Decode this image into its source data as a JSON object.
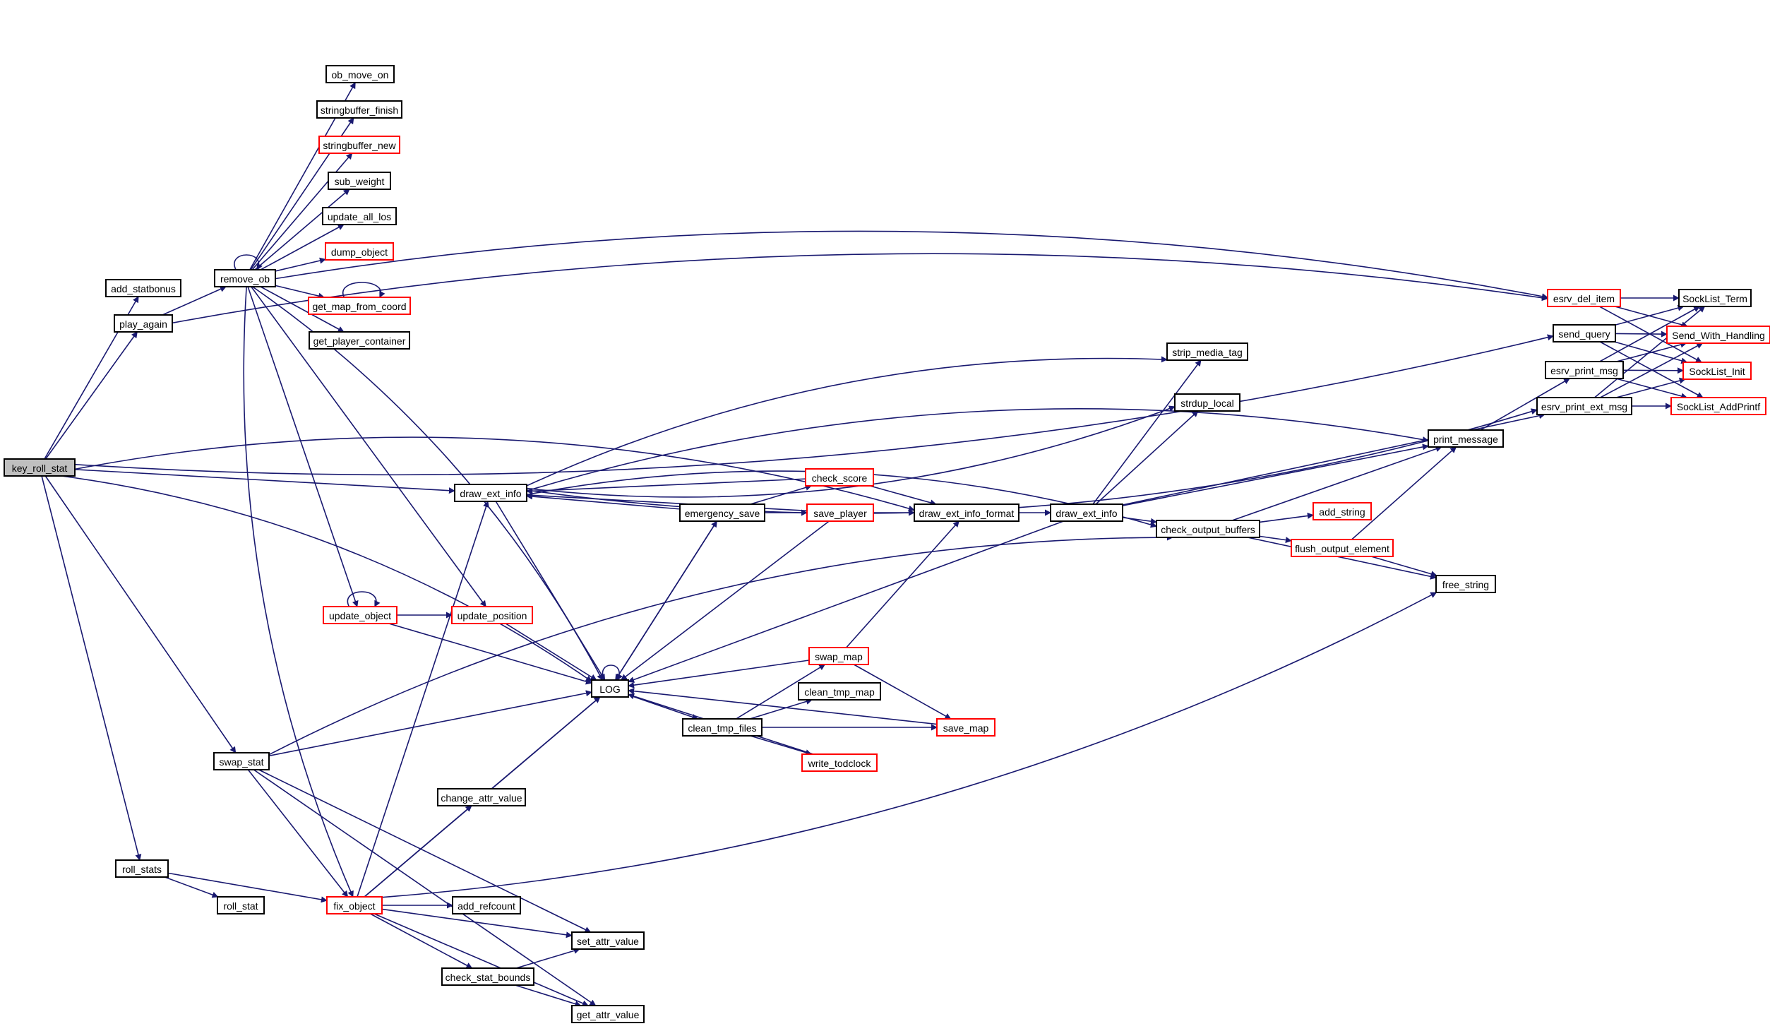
{
  "graph": {
    "title": "key_roll_stat call graph",
    "colors": {
      "edge": "#191970",
      "normal_border": "#000000",
      "truncated_border": "#ff0000",
      "root_fill": "#bfbfbf",
      "fill": "#ffffff"
    },
    "nodes": [
      {
        "id": "key_roll_stat",
        "label": "key_roll_stat",
        "root": true
      },
      {
        "id": "add_statbonus",
        "label": "add_statbonus"
      },
      {
        "id": "play_again",
        "label": "play_again"
      },
      {
        "id": "remove_ob",
        "label": "remove_ob"
      },
      {
        "id": "ob_move_on",
        "label": "ob_move_on"
      },
      {
        "id": "stringbuffer_finish",
        "label": "stringbuffer_finish"
      },
      {
        "id": "stringbuffer_new",
        "label": "stringbuffer_new",
        "truncated": true
      },
      {
        "id": "sub_weight",
        "label": "sub_weight"
      },
      {
        "id": "update_all_los",
        "label": "update_all_los"
      },
      {
        "id": "dump_object",
        "label": "dump_object",
        "truncated": true
      },
      {
        "id": "get_map_from_coord",
        "label": "get_map_from_coord",
        "truncated": true
      },
      {
        "id": "get_player_container",
        "label": "get_player_container"
      },
      {
        "id": "draw_ext_info",
        "label": "draw_ext_info"
      },
      {
        "id": "update_object",
        "label": "update_object",
        "truncated": true
      },
      {
        "id": "update_position",
        "label": "update_position",
        "truncated": true
      },
      {
        "id": "LOG",
        "label": "LOG"
      },
      {
        "id": "swap_stat",
        "label": "swap_stat"
      },
      {
        "id": "change_attr_value",
        "label": "change_attr_value"
      },
      {
        "id": "roll_stats",
        "label": "roll_stats"
      },
      {
        "id": "roll_stat",
        "label": "roll_stat"
      },
      {
        "id": "fix_object",
        "label": "fix_object",
        "truncated": true
      },
      {
        "id": "add_refcount",
        "label": "add_refcount"
      },
      {
        "id": "set_attr_value",
        "label": "set_attr_value"
      },
      {
        "id": "check_stat_bounds",
        "label": "check_stat_bounds"
      },
      {
        "id": "get_attr_value",
        "label": "get_attr_value"
      },
      {
        "id": "emergency_save",
        "label": "emergency_save"
      },
      {
        "id": "check_score",
        "label": "check_score",
        "truncated": true
      },
      {
        "id": "save_player",
        "label": "save_player",
        "truncated": true
      },
      {
        "id": "draw_ext_info_format",
        "label": "draw_ext_info_format"
      },
      {
        "id": "draw_ext_info2",
        "label": "draw_ext_info"
      },
      {
        "id": "swap_map",
        "label": "swap_map",
        "truncated": true
      },
      {
        "id": "clean_tmp_map",
        "label": "clean_tmp_map"
      },
      {
        "id": "clean_tmp_files",
        "label": "clean_tmp_files"
      },
      {
        "id": "save_map",
        "label": "save_map",
        "truncated": true
      },
      {
        "id": "write_todclock",
        "label": "write_todclock",
        "truncated": true
      },
      {
        "id": "strip_media_tag",
        "label": "strip_media_tag"
      },
      {
        "id": "strdup_local",
        "label": "strdup_local"
      },
      {
        "id": "check_output_buffers",
        "label": "check_output_buffers"
      },
      {
        "id": "add_string",
        "label": "add_string",
        "truncated": true
      },
      {
        "id": "flush_output_element",
        "label": "flush_output_element",
        "truncated": true
      },
      {
        "id": "free_string",
        "label": "free_string"
      },
      {
        "id": "print_message",
        "label": "print_message"
      },
      {
        "id": "esrv_del_item",
        "label": "esrv_del_item",
        "truncated": true
      },
      {
        "id": "send_query",
        "label": "send_query"
      },
      {
        "id": "esrv_print_msg",
        "label": "esrv_print_msg"
      },
      {
        "id": "esrv_print_ext_msg",
        "label": "esrv_print_ext_msg"
      },
      {
        "id": "SockList_Term",
        "label": "SockList_Term"
      },
      {
        "id": "Send_With_Handling",
        "label": "Send_With_Handling",
        "truncated": true
      },
      {
        "id": "SockList_Init",
        "label": "SockList_Init",
        "truncated": true
      },
      {
        "id": "SockList_AddPrintf",
        "label": "SockList_AddPrintf",
        "truncated": true
      }
    ],
    "edges": [
      [
        "key_roll_stat",
        "add_statbonus"
      ],
      [
        "key_roll_stat",
        "play_again"
      ],
      [
        "key_roll_stat",
        "send_query"
      ],
      [
        "key_roll_stat",
        "draw_ext_info_format"
      ],
      [
        "key_roll_stat",
        "draw_ext_info"
      ],
      [
        "key_roll_stat",
        "LOG"
      ],
      [
        "key_roll_stat",
        "swap_stat"
      ],
      [
        "key_roll_stat",
        "roll_stats"
      ],
      [
        "play_again",
        "remove_ob"
      ],
      [
        "play_again",
        "esrv_del_item"
      ],
      [
        "remove_ob",
        "remove_ob"
      ],
      [
        "remove_ob",
        "ob_move_on"
      ],
      [
        "remove_ob",
        "stringbuffer_finish"
      ],
      [
        "remove_ob",
        "stringbuffer_new"
      ],
      [
        "remove_ob",
        "sub_weight"
      ],
      [
        "remove_ob",
        "update_all_los"
      ],
      [
        "remove_ob",
        "dump_object"
      ],
      [
        "remove_ob",
        "get_map_from_coord"
      ],
      [
        "remove_ob",
        "get_player_container"
      ],
      [
        "remove_ob",
        "LOG"
      ],
      [
        "remove_ob",
        "update_object"
      ],
      [
        "remove_ob",
        "update_position"
      ],
      [
        "remove_ob",
        "fix_object"
      ],
      [
        "remove_ob",
        "esrv_del_item"
      ],
      [
        "get_map_from_coord",
        "get_map_from_coord"
      ],
      [
        "update_object",
        "update_object"
      ],
      [
        "update_object",
        "update_position"
      ],
      [
        "update_object",
        "LOG"
      ],
      [
        "update_position",
        "LOG"
      ],
      [
        "draw_ext_info",
        "strip_media_tag"
      ],
      [
        "draw_ext_info",
        "strdup_local"
      ],
      [
        "draw_ext_info",
        "print_message"
      ],
      [
        "draw_ext_info",
        "LOG"
      ],
      [
        "draw_ext_info",
        "check_output_buffers"
      ],
      [
        "draw_ext_info",
        "esrv_print_ext_msg"
      ],
      [
        "swap_stat",
        "LOG"
      ],
      [
        "swap_stat",
        "fix_object"
      ],
      [
        "swap_stat",
        "set_attr_value"
      ],
      [
        "swap_stat",
        "get_attr_value"
      ],
      [
        "swap_stat",
        "check_output_buffers"
      ],
      [
        "roll_stats",
        "fix_object"
      ],
      [
        "roll_stats",
        "roll_stat"
      ],
      [
        "fix_object",
        "LOG"
      ],
      [
        "fix_object",
        "change_attr_value"
      ],
      [
        "fix_object",
        "add_refcount"
      ],
      [
        "fix_object",
        "set_attr_value"
      ],
      [
        "fix_object",
        "check_stat_bounds"
      ],
      [
        "fix_object",
        "get_attr_value"
      ],
      [
        "fix_object",
        "free_string"
      ],
      [
        "fix_object",
        "draw_ext_info"
      ],
      [
        "change_attr_value",
        "LOG"
      ],
      [
        "check_stat_bounds",
        "set_attr_value"
      ],
      [
        "check_stat_bounds",
        "get_attr_value"
      ],
      [
        "LOG",
        "LOG"
      ],
      [
        "LOG",
        "emergency_save"
      ],
      [
        "LOG",
        "clean_tmp_files"
      ],
      [
        "emergency_save",
        "draw_ext_info"
      ],
      [
        "emergency_save",
        "check_score"
      ],
      [
        "emergency_save",
        "save_player"
      ],
      [
        "emergency_save",
        "LOG"
      ],
      [
        "check_score",
        "draw_ext_info"
      ],
      [
        "check_score",
        "draw_ext_info_format"
      ],
      [
        "save_player",
        "draw_ext_info"
      ],
      [
        "save_player",
        "draw_ext_info_format"
      ],
      [
        "save_player",
        "LOG"
      ],
      [
        "draw_ext_info_format",
        "draw_ext_info2"
      ],
      [
        "draw_ext_info2",
        "strip_media_tag"
      ],
      [
        "draw_ext_info2",
        "strdup_local"
      ],
      [
        "draw_ext_info2",
        "print_message"
      ],
      [
        "draw_ext_info2",
        "check_output_buffers"
      ],
      [
        "draw_ext_info2",
        "esrv_print_ext_msg"
      ],
      [
        "draw_ext_info2",
        "LOG"
      ],
      [
        "clean_tmp_files",
        "swap_map"
      ],
      [
        "clean_tmp_files",
        "clean_tmp_map"
      ],
      [
        "clean_tmp_files",
        "save_map"
      ],
      [
        "clean_tmp_files",
        "write_todclock"
      ],
      [
        "swap_map",
        "LOG"
      ],
      [
        "swap_map",
        "draw_ext_info_format"
      ],
      [
        "swap_map",
        "save_map"
      ],
      [
        "save_map",
        "LOG"
      ],
      [
        "write_todclock",
        "LOG"
      ],
      [
        "check_output_buffers",
        "print_message"
      ],
      [
        "check_output_buffers",
        "add_string"
      ],
      [
        "check_output_buffers",
        "flush_output_element"
      ],
      [
        "check_output_buffers",
        "free_string"
      ],
      [
        "flush_output_element",
        "print_message"
      ],
      [
        "flush_output_element",
        "free_string"
      ],
      [
        "print_message",
        "esrv_print_msg"
      ],
      [
        "esrv_del_item",
        "SockList_Term"
      ],
      [
        "esrv_del_item",
        "Send_With_Handling"
      ],
      [
        "esrv_del_item",
        "SockList_Init"
      ],
      [
        "send_query",
        "SockList_Term"
      ],
      [
        "send_query",
        "Send_With_Handling"
      ],
      [
        "send_query",
        "SockList_Init"
      ],
      [
        "send_query",
        "SockList_AddPrintf"
      ],
      [
        "esrv_print_msg",
        "SockList_Term"
      ],
      [
        "esrv_print_msg",
        "Send_With_Handling"
      ],
      [
        "esrv_print_msg",
        "SockList_Init"
      ],
      [
        "esrv_print_msg",
        "SockList_AddPrintf"
      ],
      [
        "esrv_print_ext_msg",
        "SockList_Term"
      ],
      [
        "esrv_print_ext_msg",
        "Send_With_Handling"
      ],
      [
        "esrv_print_ext_msg",
        "SockList_Init"
      ],
      [
        "esrv_print_ext_msg",
        "SockList_AddPrintf"
      ]
    ]
  }
}
